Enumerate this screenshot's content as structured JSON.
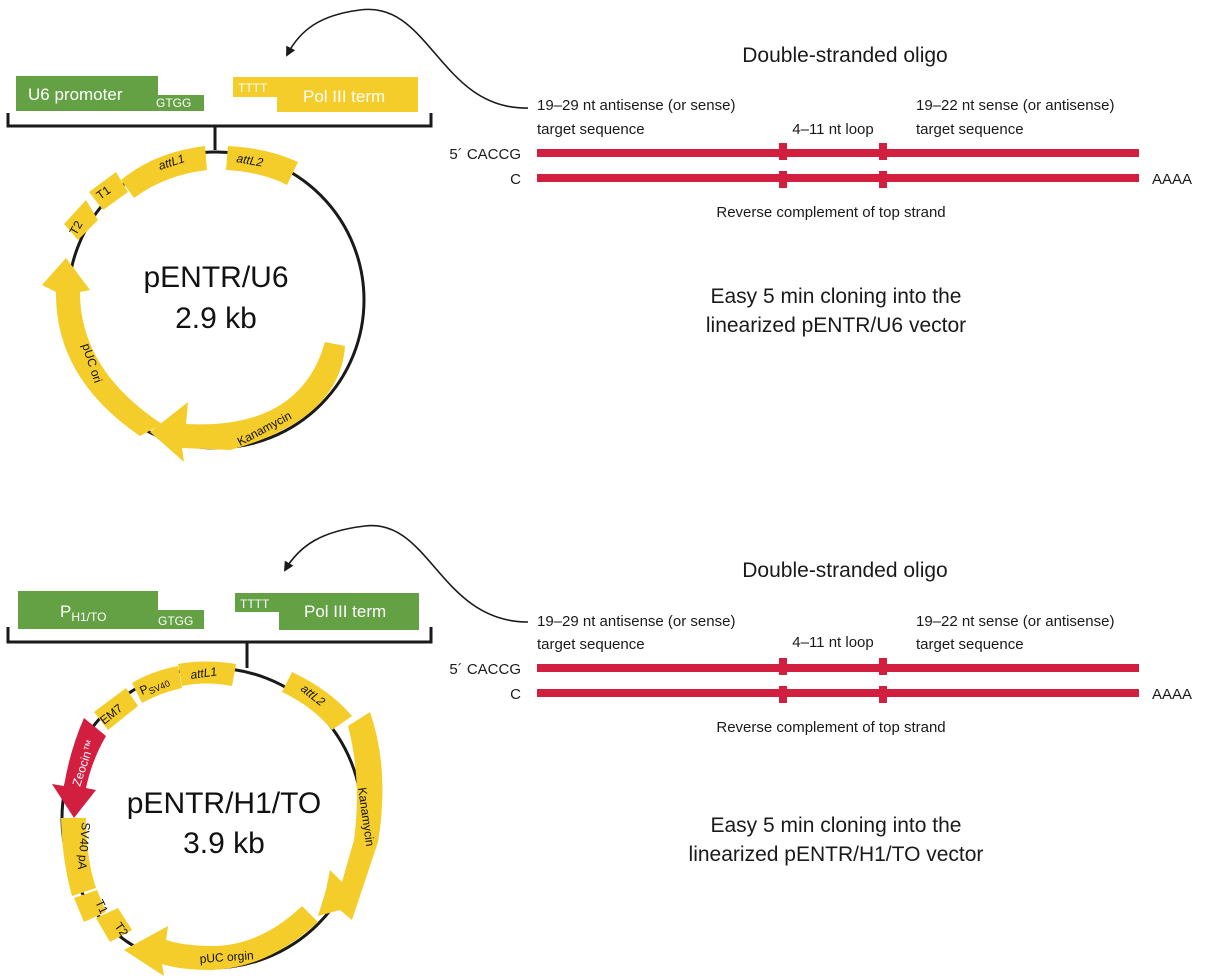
{
  "colors": {
    "green": "#63a144",
    "yellow": "#f5cd2a",
    "red": "#d21e3f",
    "black": "#1a1a1a"
  },
  "panel1": {
    "promoter_label": "U6 promoter",
    "promoter_overhang": "GTGG",
    "term_overhang": "TTTT",
    "term_label": "Pol III term",
    "plasmid_name": "pENTR/U6",
    "plasmid_size": "2.9 kb",
    "features": {
      "attL1": "attL1",
      "attL2": "attL2",
      "t1": "T1",
      "t2": "T2",
      "puc": "pUC ori",
      "kan": "Kanamycin"
    },
    "oligo": {
      "title": "Double-stranded oligo",
      "antisense_l1": "19–29 nt antisense (or sense)",
      "antisense_l2": "target sequence",
      "loop": "4–11 nt loop",
      "sense_l1": "19–22 nt sense (or antisense)",
      "sense_l2": "target sequence",
      "top_5prime": "5´ CACCG",
      "bottom_left": "C",
      "bottom_right": "AAAA",
      "reverse_label": "Reverse complement of top strand"
    },
    "caption_l1": "Easy 5 min cloning into the",
    "caption_l2": "linearized pENTR/U6 vector"
  },
  "panel2": {
    "promoter_main": "P",
    "promoter_sub": "H1/TO",
    "promoter_overhang": "GTGG",
    "term_overhang": "TTTT",
    "term_label": "Pol III term",
    "plasmid_name": "pENTR/H1/TO",
    "plasmid_size": "3.9 kb",
    "features": {
      "attL1": "attL1",
      "attL2": "attL2",
      "psv40_main": "P",
      "psv40_sub": "SV40",
      "em7": "EM7",
      "zeocin": "Zeocin™",
      "sv40pa": "SV40 pA",
      "t1": "T1",
      "t2": "T2",
      "puc": "pUC orgin",
      "kan": "Kanamycin"
    },
    "oligo": {
      "title": "Double-stranded oligo",
      "antisense_l1": "19–29 nt antisense (or sense)",
      "antisense_l2": "target sequence",
      "loop": "4–11 nt loop",
      "sense_l1": "19–22 nt sense (or antisense)",
      "sense_l2": "target sequence",
      "top_5prime": "5´ CACCG",
      "bottom_left": "C",
      "bottom_right": "AAAA",
      "reverse_label": "Reverse complement of top strand"
    },
    "caption_l1": "Easy 5 min cloning into the",
    "caption_l2": "linearized pENTR/H1/TO vector"
  }
}
